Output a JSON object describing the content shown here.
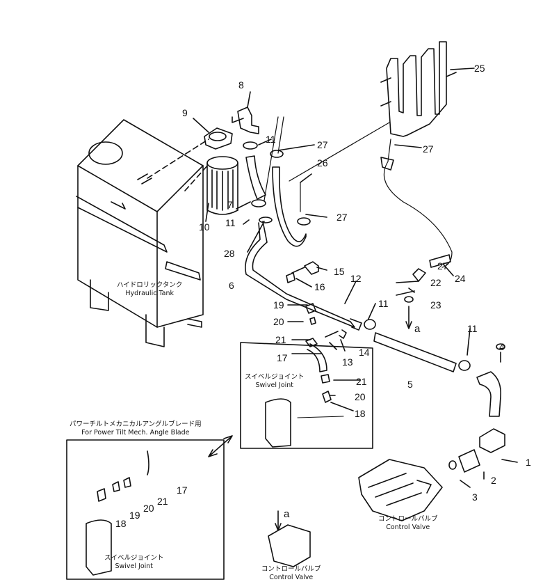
{
  "tank": {
    "jp": "ハイドロリックタンク",
    "en": "Hydraulic Tank"
  },
  "swivel": {
    "jp": "スイベルジョイント",
    "en": "Swivel Joint"
  },
  "power_tilt": {
    "jp": "パワーチルトメカニカルアングルブレード用",
    "en": "For Power Tilt Mech. Angle Blade"
  },
  "control_valve": {
    "jp": "コントロールバルブ",
    "en": "Control Valve"
  },
  "arrow_marker": "a",
  "callouts": [
    "1",
    "2",
    "3",
    "4",
    "5",
    "6",
    "7",
    "8",
    "9",
    "10",
    "11",
    "12",
    "13",
    "14",
    "15",
    "16",
    "17",
    "18",
    "19",
    "20",
    "21",
    "22",
    "23",
    "24",
    "25",
    "26",
    "27",
    "28"
  ]
}
